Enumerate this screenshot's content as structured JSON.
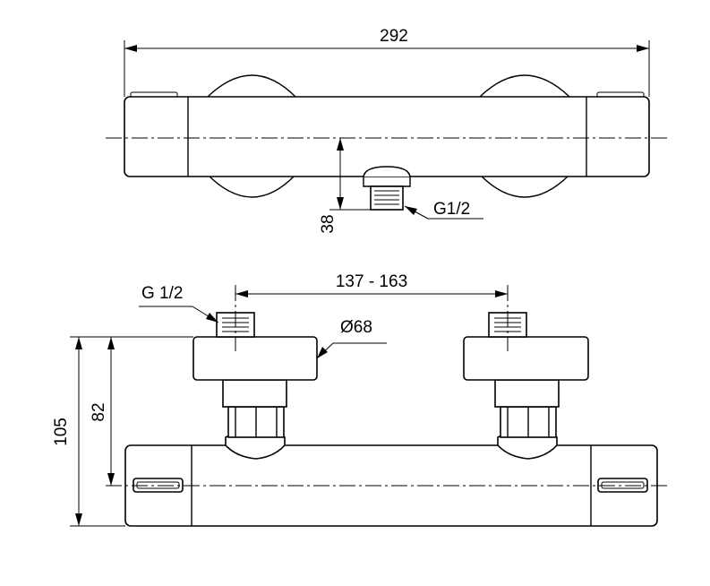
{
  "labels": {
    "overall_length": "292",
    "outlet_offset": "38",
    "outlet_thread": "G1/2",
    "inlet_spacing": "137 - 163",
    "inlet_thread": "G 1/2",
    "cover_diameter": "Ø68",
    "total_height": "105",
    "axis_height": "82"
  }
}
